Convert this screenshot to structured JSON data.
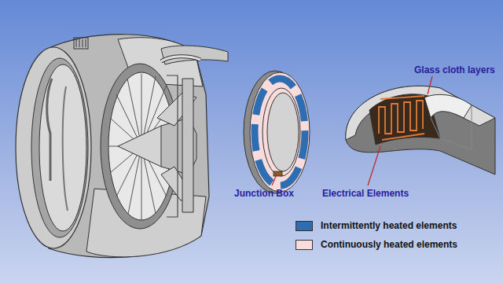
{
  "diagram": {
    "labels": [
      "Glass cloth layers",
      "Junction Box",
      "Electrical Elements"
    ],
    "legend": [
      {
        "text": "Intermittently heated elements",
        "color": "#2f6db3"
      },
      {
        "text": "Continuously heated elements",
        "color": "#f8dcdc"
      }
    ]
  }
}
